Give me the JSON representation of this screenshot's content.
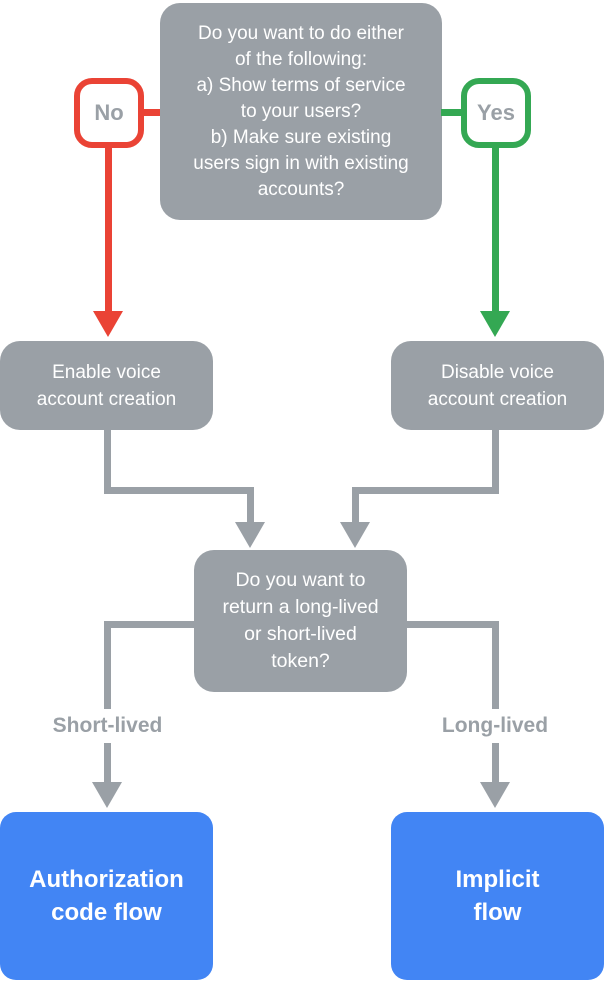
{
  "colors": {
    "node_gray": "#9AA0A6",
    "red": "#EA4335",
    "green": "#34A853",
    "blue": "#4285F4",
    "label_text": "#9AA0A6",
    "node_text": "#FFFFFF",
    "background": "#FFFFFF"
  },
  "nodes": {
    "question_top": "Do you want to do either\nof the following:\na) Show terms of service\nto your users?\nb) Make sure existing\nusers sign in with existing\naccounts?",
    "no_badge": "No",
    "yes_badge": "Yes",
    "enable": "Enable voice\naccount creation",
    "disable": "Disable voice\naccount creation",
    "question_token": "Do you want to\nreturn a long-lived\nor short-lived\ntoken?",
    "short_lived_tag": "Short-lived",
    "long_lived_tag": "Long-lived",
    "auth_result": "Authorization\ncode flow",
    "implicit_result": "Implicit\nflow"
  },
  "edges": [
    {
      "from": "question_top",
      "label": "No",
      "to": "enable",
      "color": "#EA4335"
    },
    {
      "from": "question_top",
      "label": "Yes",
      "to": "disable",
      "color": "#34A853"
    },
    {
      "from": "enable",
      "to": "question_token",
      "color": "#9AA0A6"
    },
    {
      "from": "disable",
      "to": "question_token",
      "color": "#9AA0A6"
    },
    {
      "from": "question_token",
      "label": "Short-lived",
      "to": "auth_result",
      "color": "#9AA0A6"
    },
    {
      "from": "question_token",
      "label": "Long-lived",
      "to": "implicit_result",
      "color": "#9AA0A6"
    }
  ]
}
